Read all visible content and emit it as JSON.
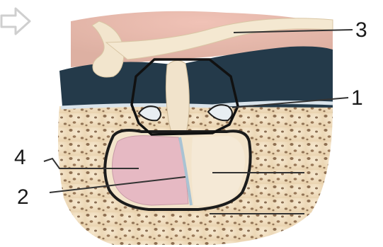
{
  "labels": {
    "l1": "1",
    "l2": "2",
    "l3": "3",
    "l4": "4"
  },
  "colors": {
    "skin_pink": "#e9b3a7",
    "bone_cream": "#f2e7d2",
    "cavity_navy": "#243a4a",
    "pituitary_pink": "#e6b9c3",
    "marrow_tan": "#e9d1ae",
    "marrow_spot": "#7a5a3c",
    "outline": "#1c1c1c"
  },
  "icons": {
    "arrow": "right-arrow-icon"
  }
}
